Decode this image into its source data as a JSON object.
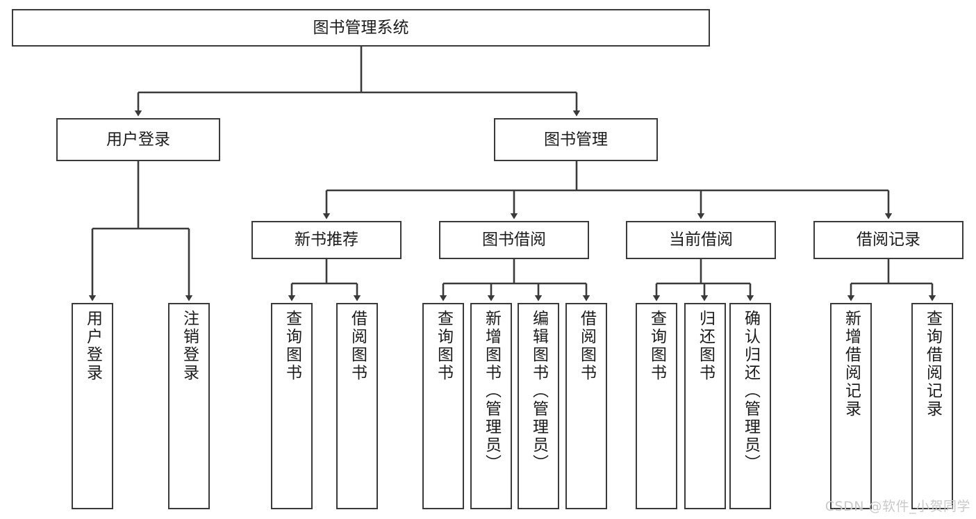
{
  "diagram": {
    "title": "图书管理系统",
    "type": "tree",
    "watermark": "CSDN @软件_小贺同学",
    "root": {
      "label": "图书管理系统"
    },
    "level2": [
      {
        "label": "用户登录"
      },
      {
        "label": "图书管理"
      }
    ],
    "level3": [
      {
        "label": "新书推荐"
      },
      {
        "label": "图书借阅"
      },
      {
        "label": "当前借阅"
      },
      {
        "label": "借阅记录"
      }
    ],
    "leaves": {
      "user_login": [
        {
          "label": "用户登录"
        },
        {
          "label": "注销登录"
        }
      ],
      "new_book_recommend": [
        {
          "label": "查询图书"
        },
        {
          "label": "借阅图书"
        }
      ],
      "book_borrow": [
        {
          "label": "查询图书"
        },
        {
          "label": "新增图书（管理员）"
        },
        {
          "label": "编辑图书（管理员）"
        },
        {
          "label": "借阅图书"
        }
      ],
      "current_borrow": [
        {
          "label": "查询图书"
        },
        {
          "label": "归还图书"
        },
        {
          "label": "确认归还（管理员）"
        }
      ],
      "borrow_record": [
        {
          "label": "新增借阅记录"
        },
        {
          "label": "查询借阅记录"
        }
      ]
    },
    "colors": {
      "stroke": "#3a3a3a",
      "text": "#1b1b1b",
      "background": "#ffffff",
      "watermark": "#c9c9c9"
    }
  }
}
